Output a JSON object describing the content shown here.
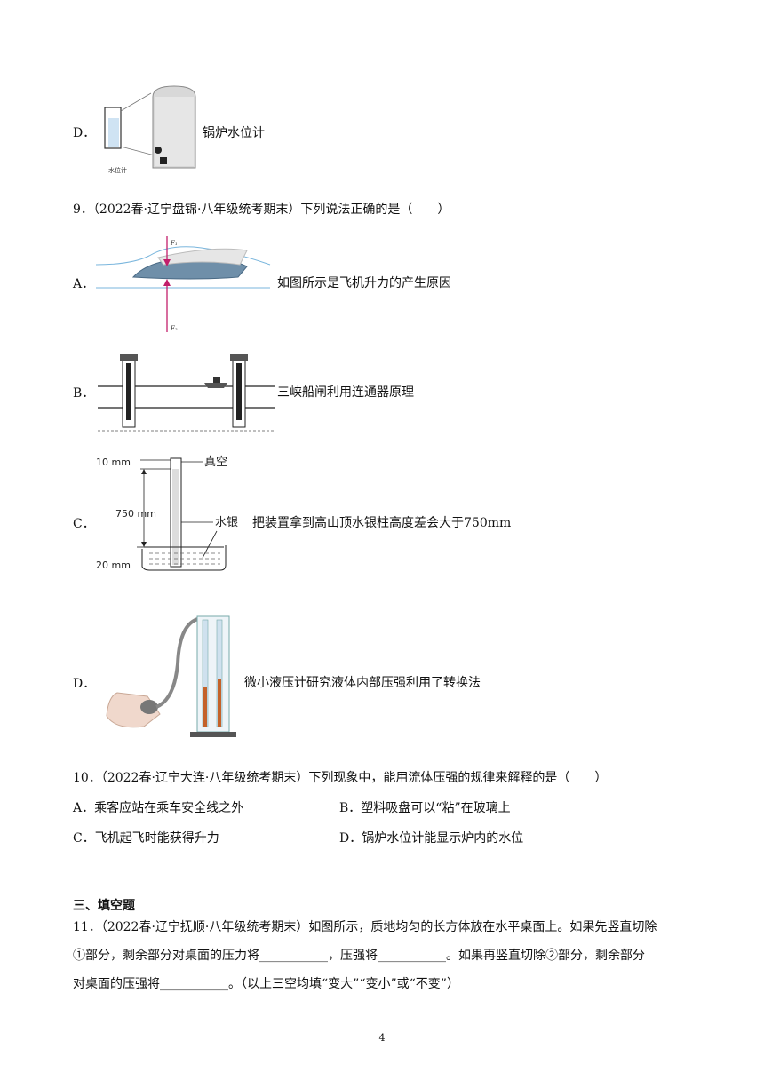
{
  "q8": {
    "optionD_letter": "D．",
    "optionD_text": "锅炉水位计",
    "figure_label": "水位计"
  },
  "q9": {
    "stem": "9．（2022春·辽宁盘锦·八年级统考期末）下列说法正确的是（　　）",
    "A_letter": "A．",
    "A_text": "如图所示是飞机升力的产生原因",
    "A_f1": "F₁",
    "A_f2": "F₂",
    "B_letter": "B．",
    "B_text": "三峡船闸利用连通器原理",
    "C_letter": "C．",
    "C_text": "把装置拿到高山顶水银柱高度差会大于750mm",
    "C_label_10": "10 mm",
    "C_label_750": "750 mm",
    "C_label_20": "20 mm",
    "C_label_vacuum": "真空",
    "C_label_mercury": "水银",
    "D_letter": "D．",
    "D_text": "微小液压计研究液体内部压强利用了转换法"
  },
  "q10": {
    "stem": "10．（2022春·辽宁大连·八年级统考期末）下列现象中，能用流体压强的规律来解释的是（　　）",
    "A": "A．乘客应站在乘车安全线之外",
    "B": "B．塑料吸盘可以“粘”在玻璃上",
    "C": "C．飞机起飞时能获得升力",
    "D": "D．锅炉水位计能显示炉内的水位"
  },
  "section3": {
    "heading": "三、填空题"
  },
  "q11": {
    "line1": "11．（2022春·辽宁抚顺·八年级统考期末）如图所示，质地均匀的长方体放在水平桌面上。如果先竖直切除",
    "line2": "①部分，剩余部分对桌面的压力将___________，压强将___________。如果再竖直切除②部分，剩余部分",
    "line3": "对桌面的压强将___________。（以上三空均填“变大”“变小”或“不变”）"
  },
  "page_number": "4"
}
